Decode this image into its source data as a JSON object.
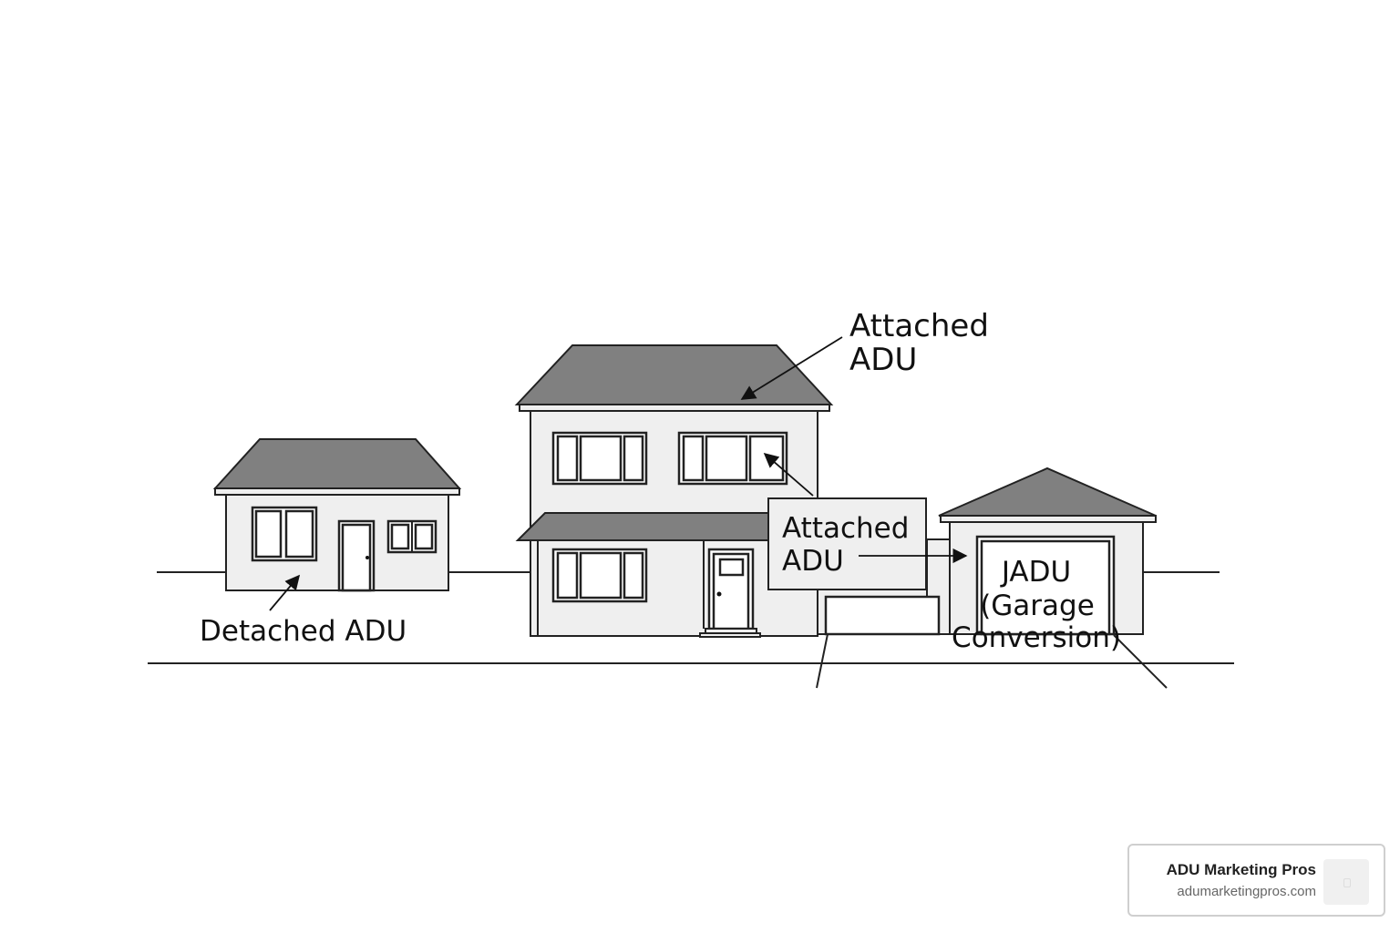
{
  "diagram": {
    "labels": {
      "attached_top_line1": "Attached",
      "attached_top_line2": "ADU",
      "attached_mid_line1": "Attached",
      "attached_mid_line2": "ADU",
      "jadu_line1": "JADU",
      "jadu_line2": "(Garage",
      "jadu_line3": "Conversion)",
      "detached": "Detached ADU"
    },
    "colors": {
      "roof": "#808080",
      "wall": "#efefef",
      "line": "#222222"
    }
  },
  "brand": {
    "name": "ADU Marketing Pros",
    "url": "adumarketingpros.com",
    "logo_icon": "logo-icon"
  }
}
